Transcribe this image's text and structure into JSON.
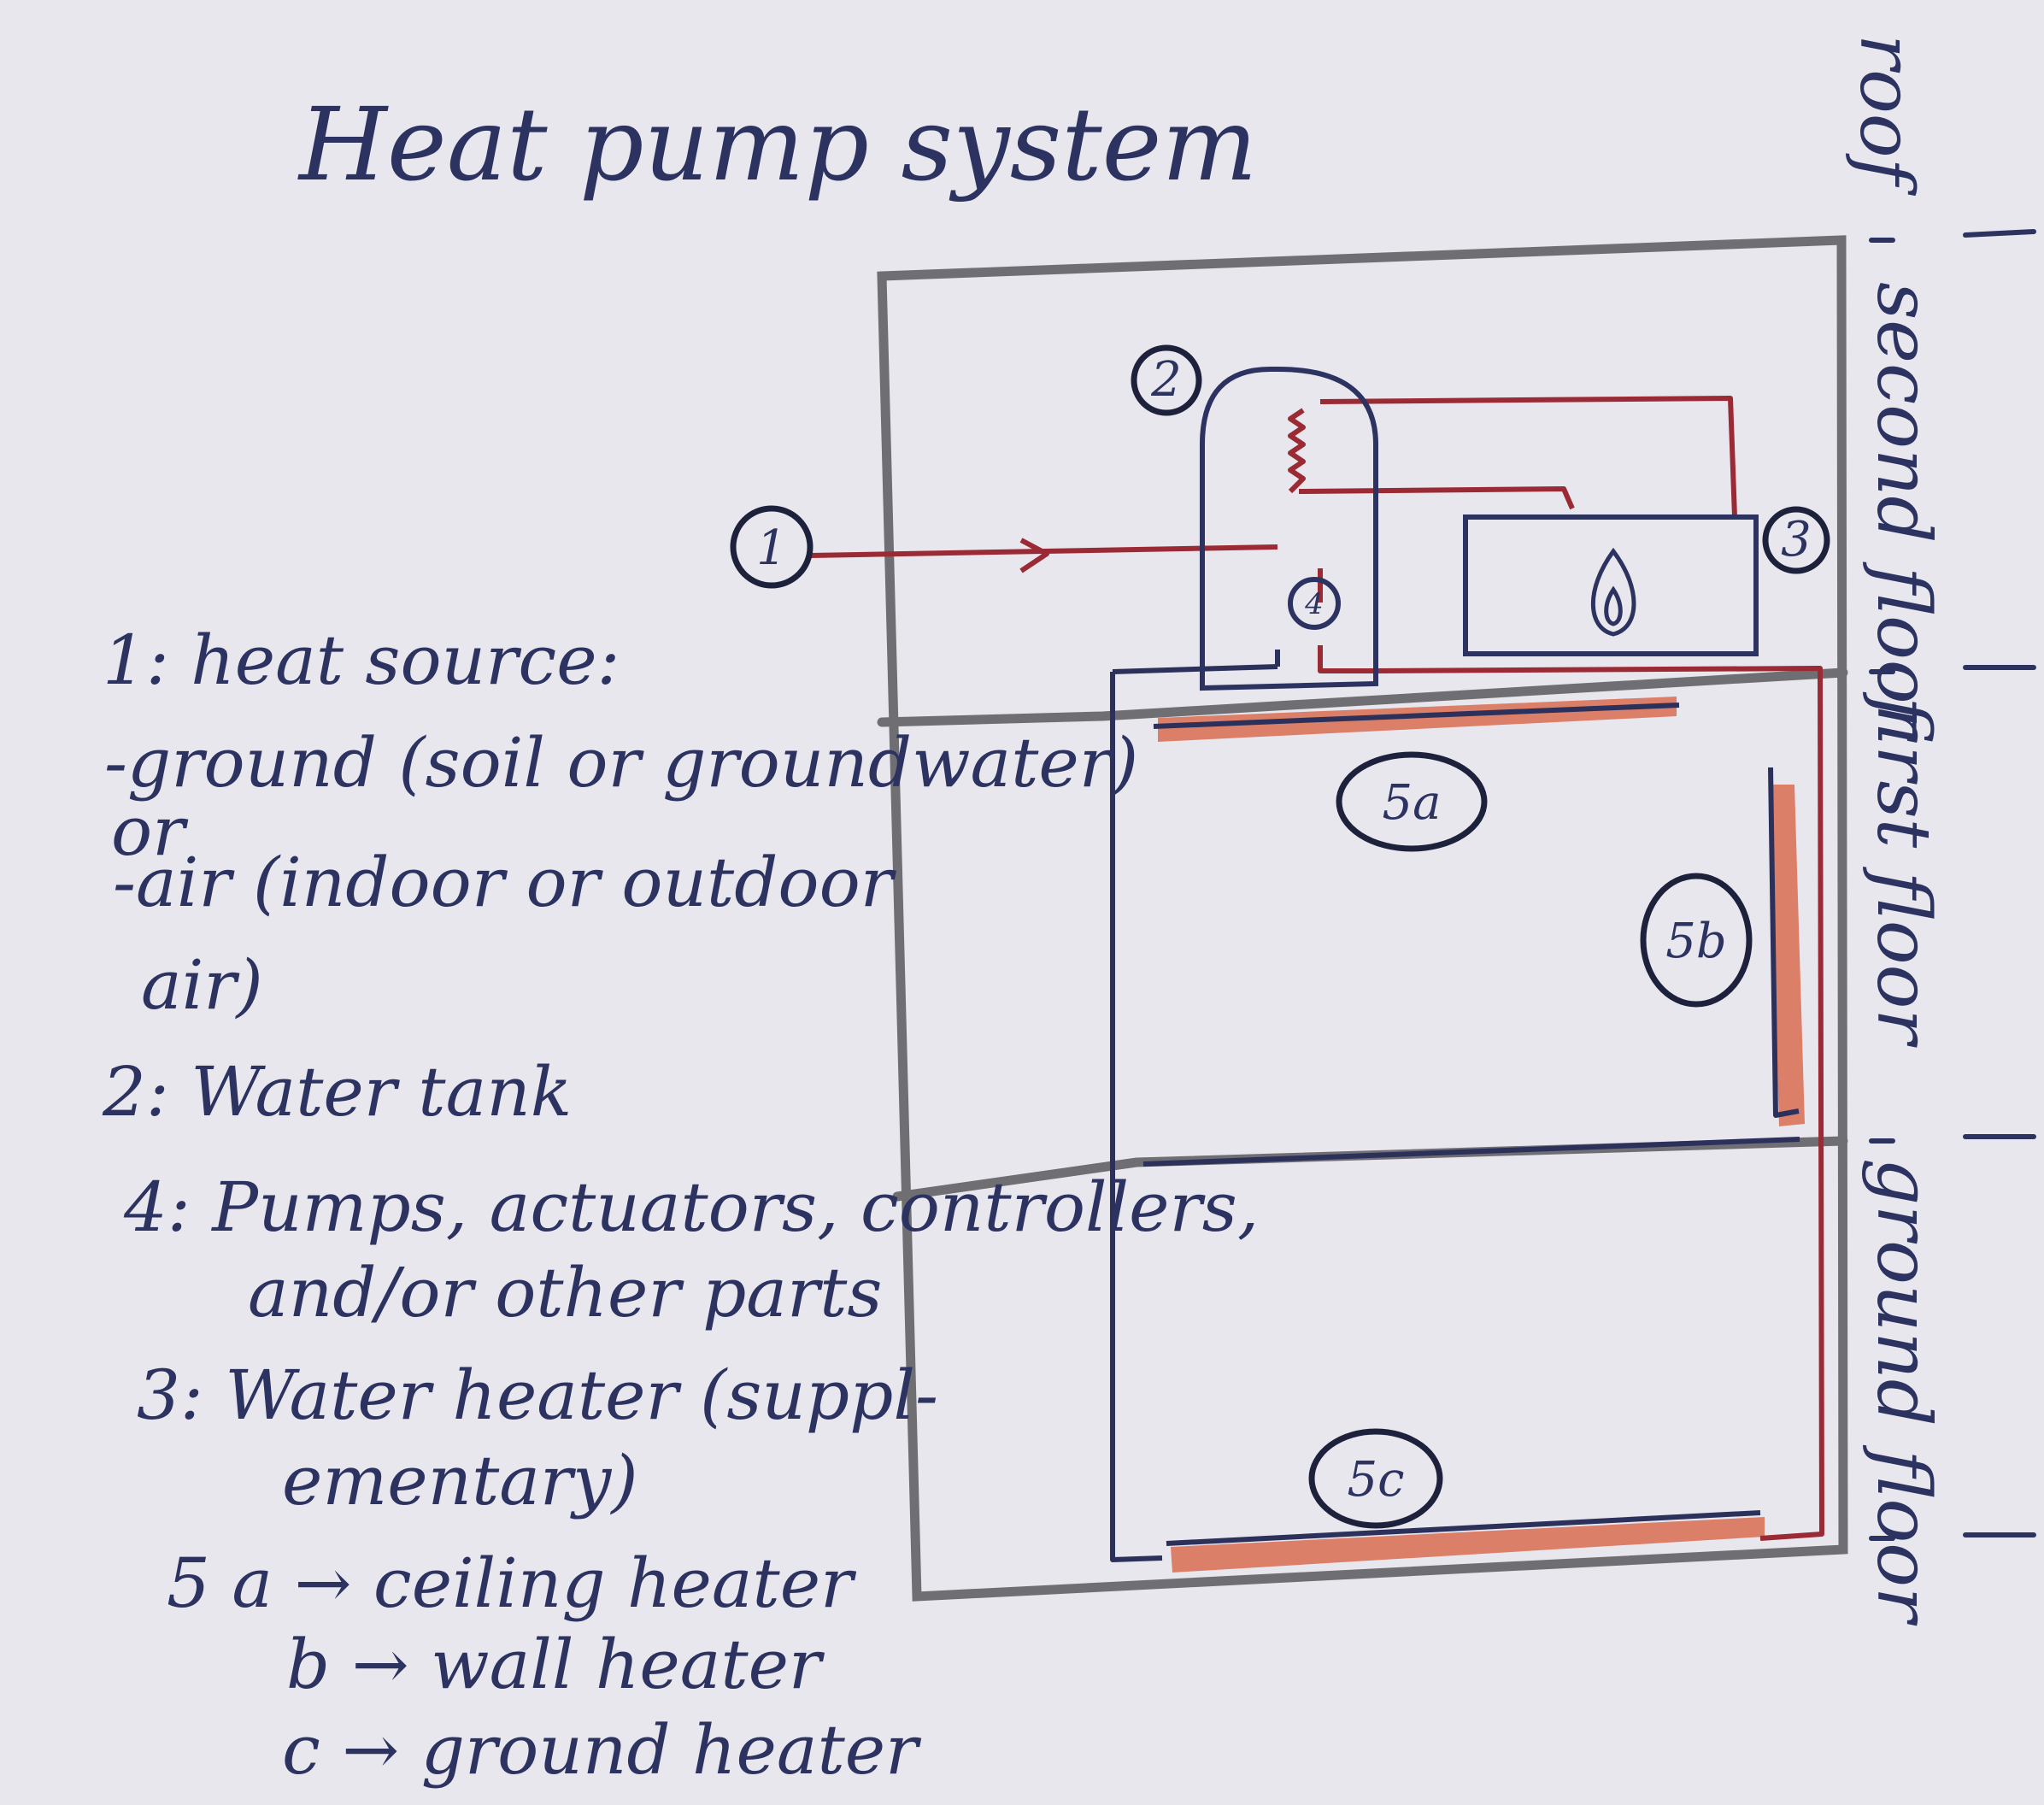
{
  "title": "Heat pump system",
  "floors": {
    "roof": "roof",
    "second": "second floor",
    "first": "first floor",
    "ground": "ground floor"
  },
  "markers": {
    "heat_source": "1",
    "water_tank": "2",
    "water_heater": "3",
    "pumps": "4",
    "ceiling": "5a",
    "wall": "5b",
    "floor_heater": "5c"
  },
  "legend": [
    "1: heat source:",
    "-ground (soil or groundwater)",
    "or",
    "-air (indoor or outdoor",
    "air)",
    "2: Water tank",
    "4: Pumps, actuators, controllers,",
    "and/or other parts",
    "3: Water heater (suppl-",
    "ementary)",
    "5 a → ceiling heater",
    "b → wall heater",
    "c → ground heater"
  ],
  "colors": {
    "paper": "#e9e7ee",
    "ink": "#2d3360",
    "wall_grey": "#6f6e72",
    "pipe_red": "#9a2a33",
    "heater_fill": "#d9735a",
    "pipe_blue": "#2b315a"
  }
}
